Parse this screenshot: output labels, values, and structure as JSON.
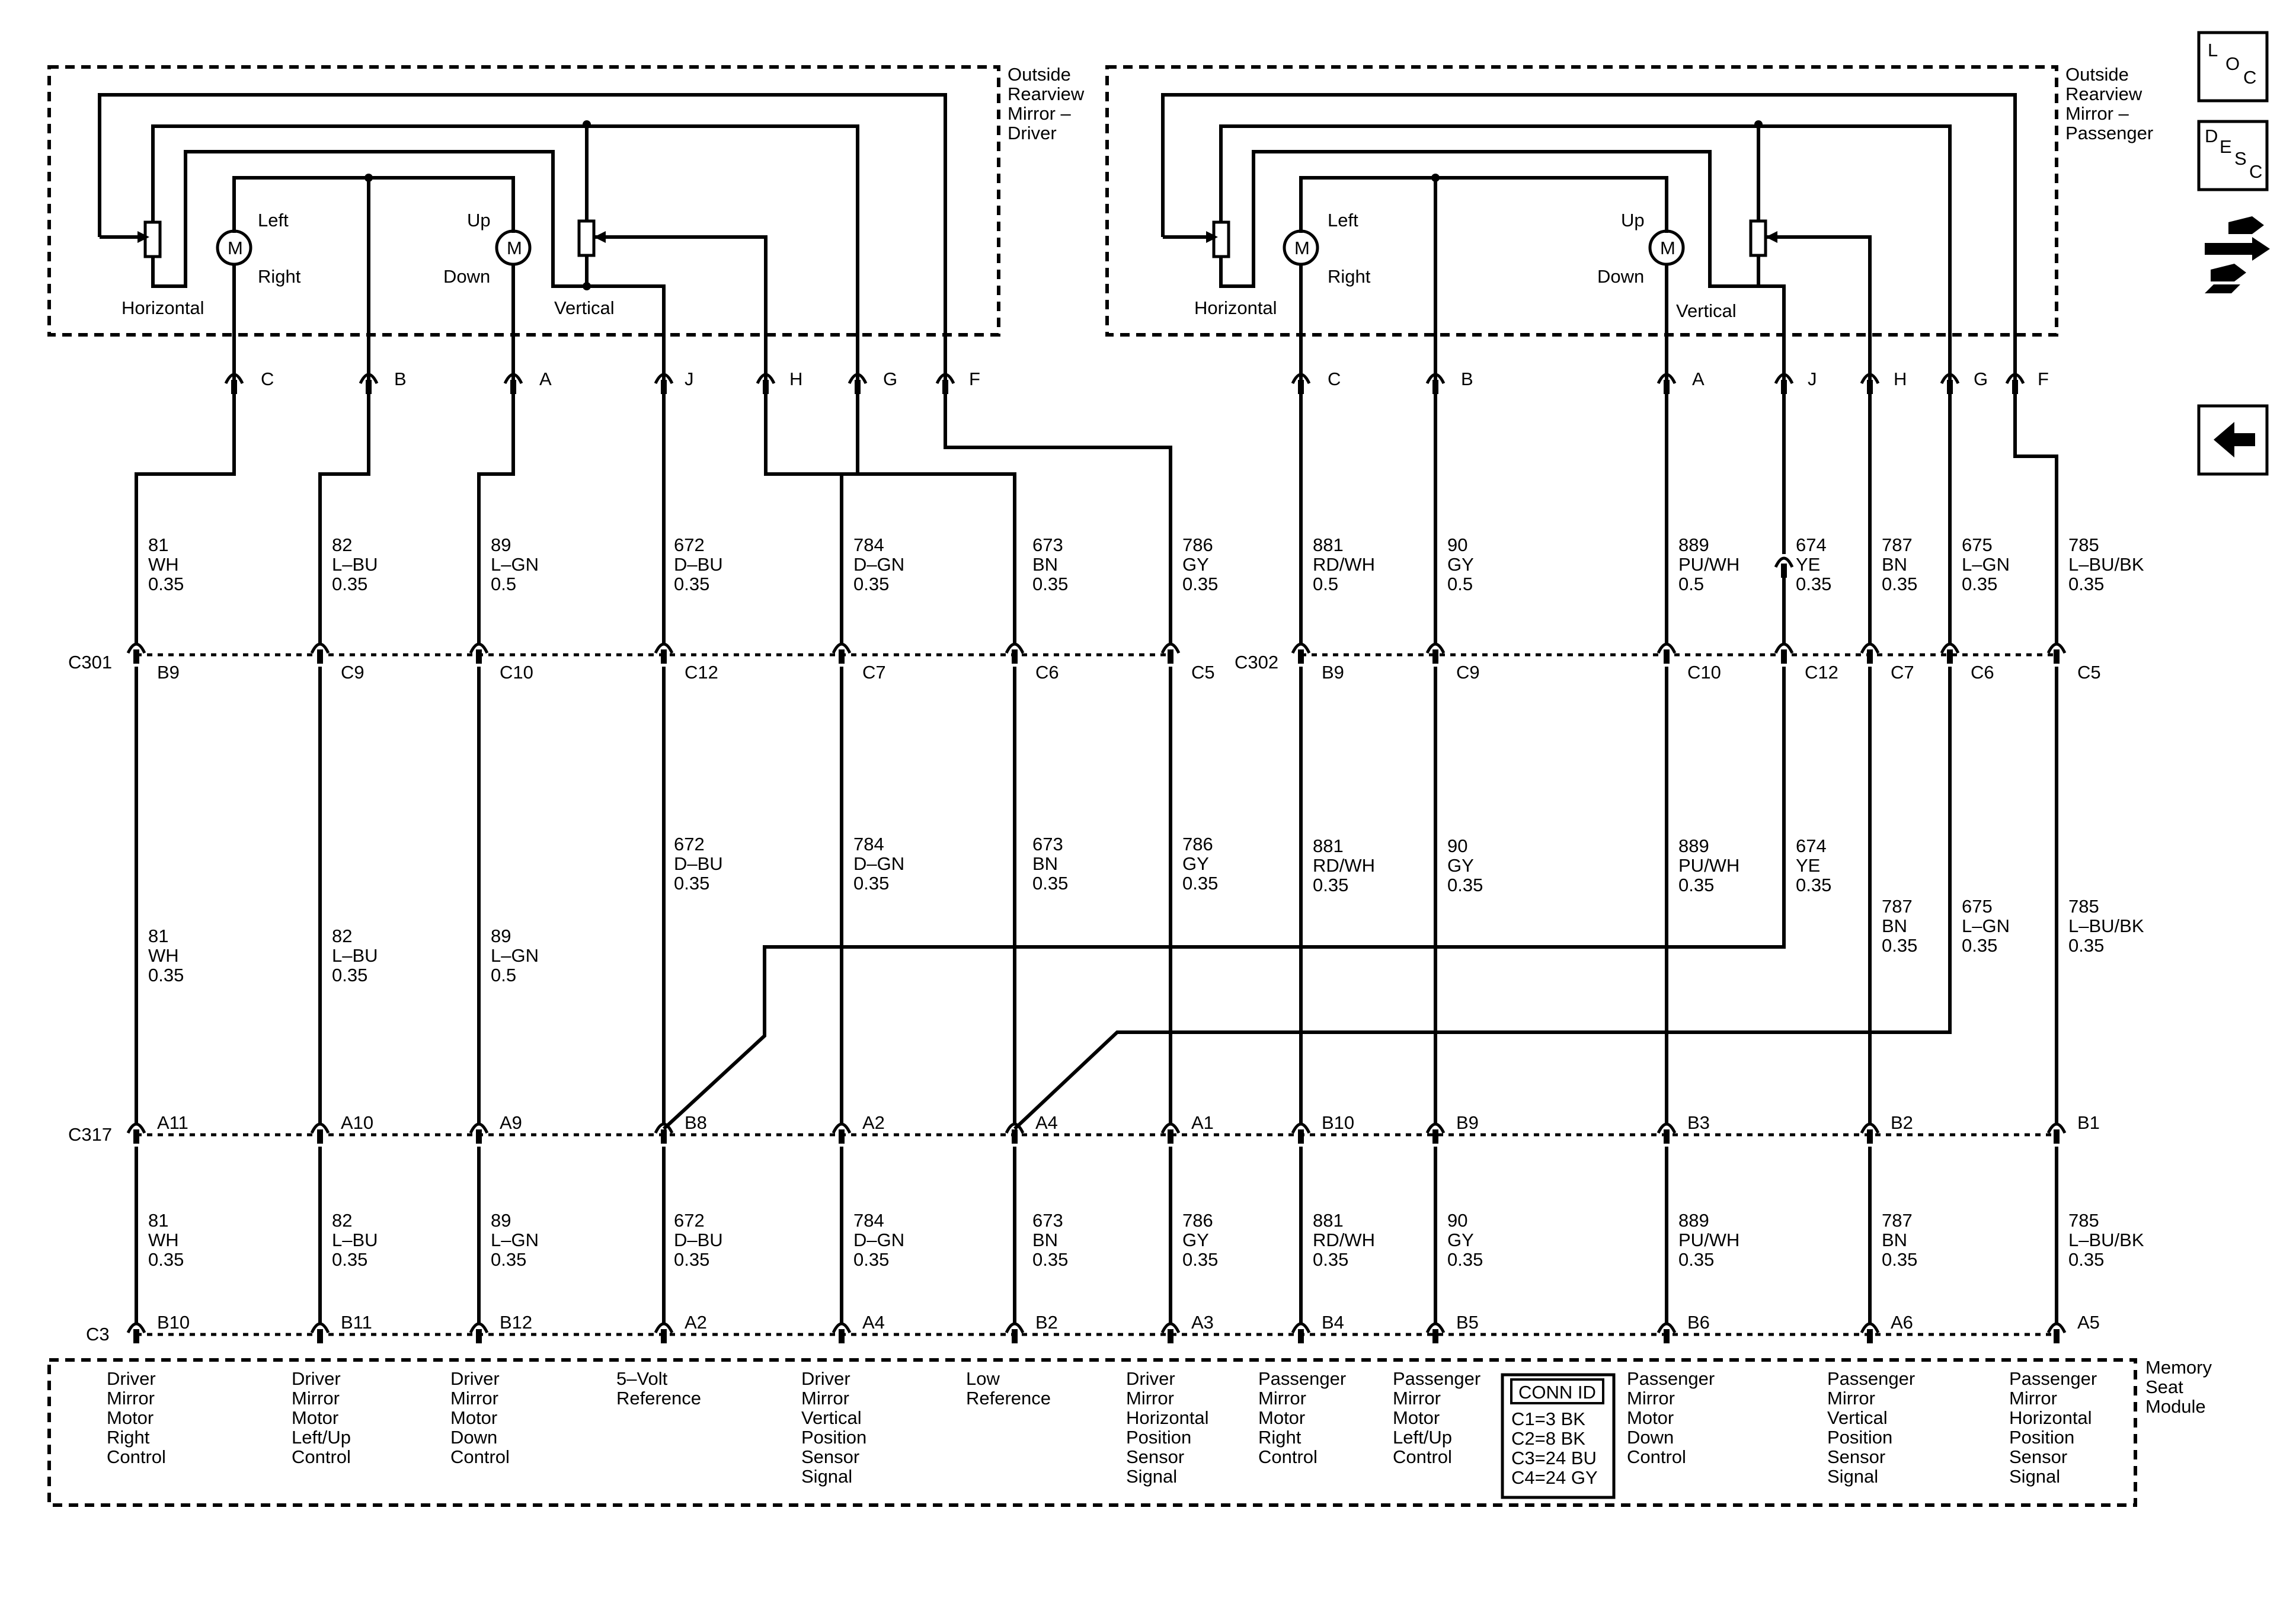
{
  "modules": {
    "driver_mirror": [
      "Outside",
      "Rearview",
      "Mirror –",
      "Driver"
    ],
    "passenger_mirror": [
      "Outside",
      "Rearview",
      "Mirror –",
      "Passenger"
    ],
    "memory_seat": [
      "Memory",
      "Seat",
      "Module"
    ]
  },
  "mirror_labels": {
    "driver": {
      "horizontal": "Horizontal",
      "left": "Left",
      "right": "Right",
      "up": "Up",
      "down": "Down",
      "vertical": "Vertical",
      "motor": "M"
    },
    "passenger": {
      "horizontal": "Horizontal",
      "left": "Left",
      "right": "Right",
      "up": "Up",
      "down": "Down",
      "vertical": "Vertical",
      "motor": "M"
    }
  },
  "mirror_pins": {
    "driver": [
      "C",
      "B",
      "A",
      "J",
      "H",
      "G",
      "F"
    ],
    "passenger": [
      "C",
      "B",
      "A",
      "J",
      "H",
      "G",
      "F"
    ]
  },
  "connectors": {
    "c301": {
      "name": "C301",
      "pins": [
        "B9",
        "C9",
        "C10",
        "C12",
        "C7",
        "C6",
        "C5"
      ]
    },
    "c302": {
      "name": "C302",
      "pins": [
        "B9",
        "C9",
        "C10",
        "C12",
        "C7",
        "C6",
        "C5"
      ]
    },
    "c317": {
      "name": "C317",
      "pins": [
        "A11",
        "A10",
        "A9",
        "B8",
        "A2",
        "A4",
        "A1",
        "B10",
        "B9",
        "B3",
        "B2",
        "B1"
      ]
    },
    "c3": {
      "name": "C3",
      "pins": [
        "B10",
        "B11",
        "B12",
        "A2",
        "A4",
        "B2",
        "A3",
        "B4",
        "B5",
        "B6",
        "A6",
        "A5"
      ]
    }
  },
  "wires_upper": [
    [
      "81",
      "WH",
      "0.35"
    ],
    [
      "82",
      "L–BU",
      "0.35"
    ],
    [
      "89",
      "L–GN",
      "0.5"
    ],
    [
      "672",
      "D–BU",
      "0.35"
    ],
    [
      "784",
      "D–GN",
      "0.35"
    ],
    [
      "673",
      "BN",
      "0.35"
    ],
    [
      "786",
      "GY",
      "0.35"
    ],
    [
      "881",
      "RD/WH",
      "0.5"
    ],
    [
      "90",
      "GY",
      "0.5"
    ],
    [
      "889",
      "PU/WH",
      "0.5"
    ],
    [
      "674",
      "YE",
      "0.35"
    ],
    [
      "787",
      "BN",
      "0.35"
    ],
    [
      "675",
      "L–GN",
      "0.35"
    ],
    [
      "785",
      "L–BU/BK",
      "0.35"
    ]
  ],
  "wires_middle": [
    [
      "81",
      "WH",
      "0.35"
    ],
    [
      "82",
      "L–BU",
      "0.35"
    ],
    [
      "89",
      "L–GN",
      "0.5"
    ],
    [
      "672",
      "D–BU",
      "0.35"
    ],
    [
      "784",
      "D–GN",
      "0.35"
    ],
    [
      "673",
      "BN",
      "0.35"
    ],
    [
      "786",
      "GY",
      "0.35"
    ],
    [
      "881",
      "RD/WH",
      "0.35"
    ],
    [
      "90",
      "GY",
      "0.35"
    ],
    [
      "889",
      "PU/WH",
      "0.35"
    ],
    [
      "674",
      "YE",
      "0.35"
    ],
    [
      "787",
      "BN",
      "0.35"
    ],
    [
      "675",
      "L–GN",
      "0.35"
    ],
    [
      "785",
      "L–BU/BK",
      "0.35"
    ]
  ],
  "wires_lower": [
    [
      "81",
      "WH",
      "0.35"
    ],
    [
      "82",
      "L–BU",
      "0.35"
    ],
    [
      "89",
      "L–GN",
      "0.35"
    ],
    [
      "672",
      "D–BU",
      "0.35"
    ],
    [
      "784",
      "D–GN",
      "0.35"
    ],
    [
      "673",
      "BN",
      "0.35"
    ],
    [
      "786",
      "GY",
      "0.35"
    ],
    [
      "881",
      "RD/WH",
      "0.35"
    ],
    [
      "90",
      "GY",
      "0.35"
    ],
    [
      "889",
      "PU/WH",
      "0.35"
    ],
    [
      "787",
      "BN",
      "0.35"
    ],
    [
      "785",
      "L–BU/BK",
      "0.35"
    ]
  ],
  "module_functions": [
    [
      "Driver",
      "Mirror",
      "Motor",
      "Right",
      "Control"
    ],
    [
      "Driver",
      "Mirror",
      "Motor",
      "Left/Up",
      "Control"
    ],
    [
      "Driver",
      "Mirror",
      "Motor",
      "Down",
      "Control"
    ],
    [
      "5–Volt",
      "Reference"
    ],
    [
      "Driver",
      "Mirror",
      "Vertical",
      "Position",
      "Sensor",
      "Signal"
    ],
    [
      "Low",
      "Reference"
    ],
    [
      "Driver",
      "Mirror",
      "Horizontal",
      "Position",
      "Sensor",
      "Signal"
    ],
    [
      "Passenger",
      "Mirror",
      "Motor",
      "Right",
      "Control"
    ],
    [
      "Passenger",
      "Mirror",
      "Motor",
      "Left/Up",
      "Control"
    ],
    [
      "Passenger",
      "Mirror",
      "Motor",
      "Down",
      "Control"
    ],
    [
      "Passenger",
      "Mirror",
      "Vertical",
      "Position",
      "Sensor",
      "Signal"
    ],
    [
      "Passenger",
      "Mirror",
      "Horizontal",
      "Position",
      "Sensor",
      "Signal"
    ]
  ],
  "conn_id": {
    "title": "CONN ID",
    "rows": [
      "C1=3 BK",
      "C2=8 BK",
      "C3=24 BU",
      "C4=24 GY"
    ]
  },
  "icons": {
    "loc": [
      "L",
      "O",
      "C"
    ],
    "desc": [
      "D",
      "E",
      "S",
      "C"
    ],
    "nav": [
      "connector-swap-icon",
      "back-arrow-icon"
    ]
  }
}
